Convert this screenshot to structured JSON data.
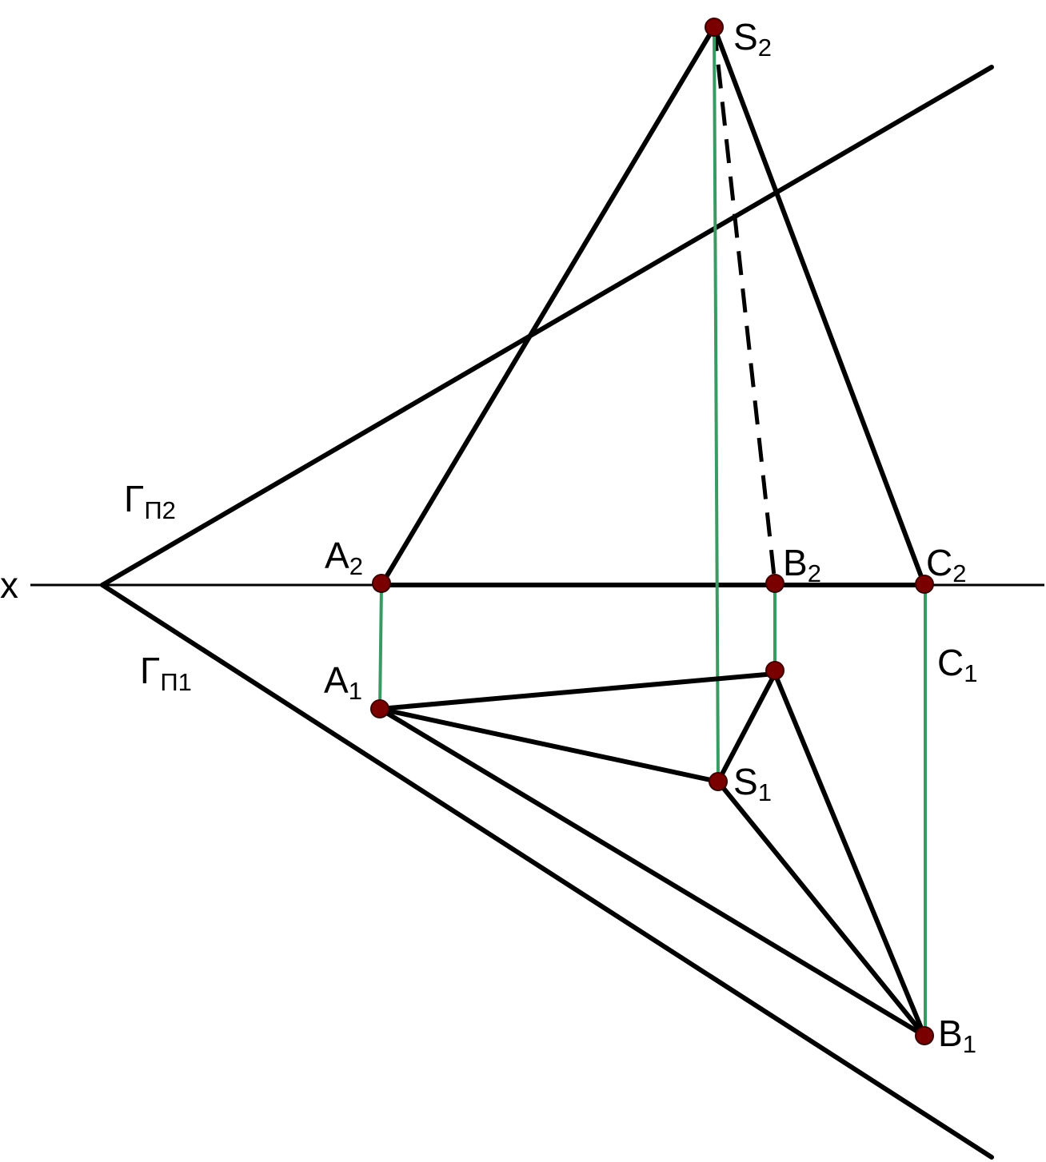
{
  "diagram": {
    "colors": {
      "line": "#000000",
      "link": "#3a9a63",
      "point": "#7a0000"
    },
    "labels": {
      "axis": "x",
      "trace_p2": {
        "main": "Γ",
        "sub": "П2"
      },
      "trace_p1": {
        "main": "Γ",
        "sub": "П1"
      },
      "S2": {
        "main": "S",
        "sub": "2"
      },
      "A2": {
        "main": "A",
        "sub": "2"
      },
      "B2": {
        "main": "B",
        "sub": "2"
      },
      "C2": {
        "main": "C",
        "sub": "2"
      },
      "A1": {
        "main": "A",
        "sub": "1"
      },
      "C1": {
        "main": "C",
        "sub": "1"
      },
      "S1": {
        "main": "S",
        "sub": "1"
      },
      "B1": {
        "main": "B",
        "sub": "1"
      }
    }
  }
}
